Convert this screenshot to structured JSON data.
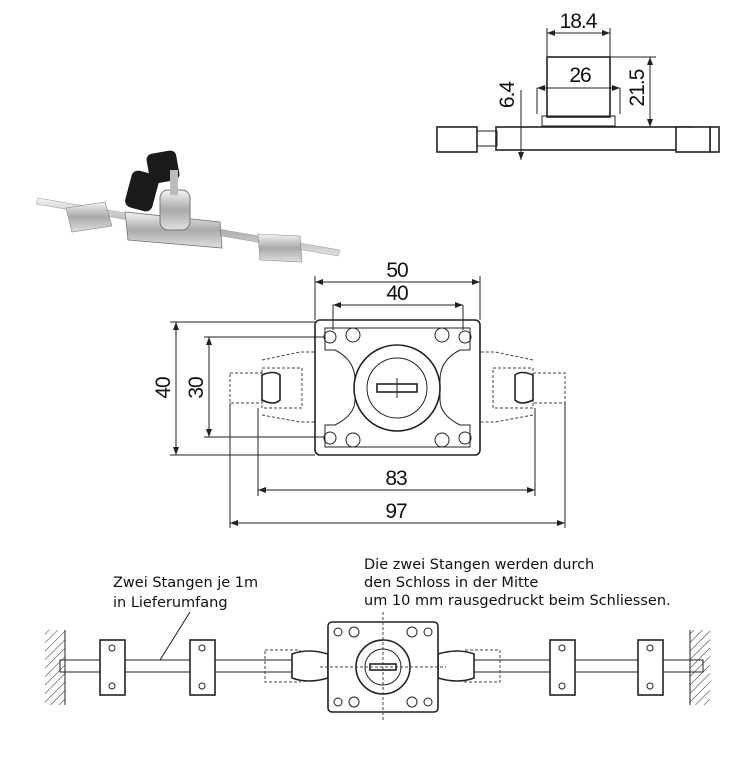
{
  "side_view": {
    "width_top": "18.4",
    "width_flange": "26",
    "height": "21.5",
    "plate_height": "6.4"
  },
  "front_view": {
    "body_width": "50",
    "hole_spacing_x": "40",
    "body_height": "40",
    "hole_spacing_y": "30",
    "bolt_span_inner": "83",
    "bolt_span_outer": "97"
  },
  "notes": {
    "rods_line1": "Zwei Stangen je 1m",
    "rods_line2": "in Lieferumfang",
    "function_line1": "Die zwei Stangen werden durch",
    "function_line2": "den Schloss in der Mitte",
    "function_line3": "um 10  mm rausgedruckt beim Schliessen."
  }
}
